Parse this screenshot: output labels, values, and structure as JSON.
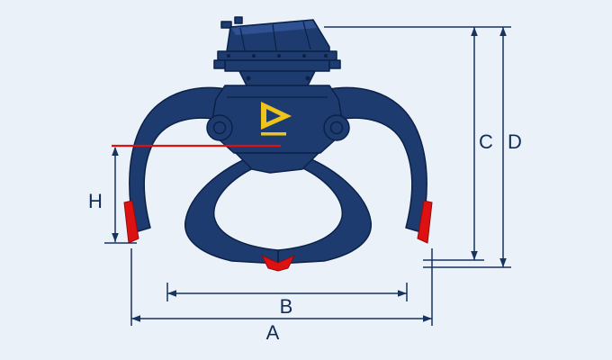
{
  "diagram": {
    "dimension_labels": {
      "A": "A",
      "B": "B",
      "C": "C",
      "D": "D",
      "H": "H"
    },
    "colors": {
      "background": "#eaf1f8",
      "machine_fill": "#1e3b70",
      "machine_outline": "#0b2147",
      "machine_highlight": "#2f5192",
      "dimension_line": "#17335f",
      "label_text": "#122c55",
      "accent_red": "#dd1111",
      "accent_red_dark": "#8f0b0b",
      "logo_yellow": "#eec41c",
      "bolt_dark": "#0b2147"
    }
  }
}
